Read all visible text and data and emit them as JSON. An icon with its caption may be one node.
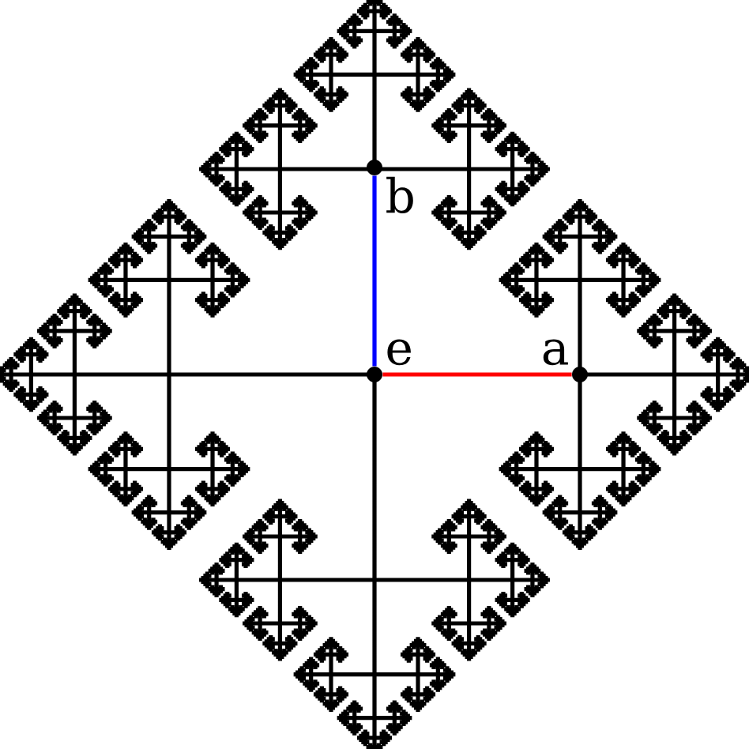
{
  "diagram": {
    "nodes": [
      {
        "text": [
          "b"
        ]
      },
      {
        "text": [
          "e"
        ]
      },
      {
        "text": [
          "a"
        ]
      }
    ],
    "edges": [
      {
        "from": 1,
        "to": 0,
        "arrow": "none",
        "color": "#0000ff"
      },
      {
        "from": 1,
        "to": 2,
        "arrow": "none",
        "color": "#ff0000"
      }
    ]
  }
}
